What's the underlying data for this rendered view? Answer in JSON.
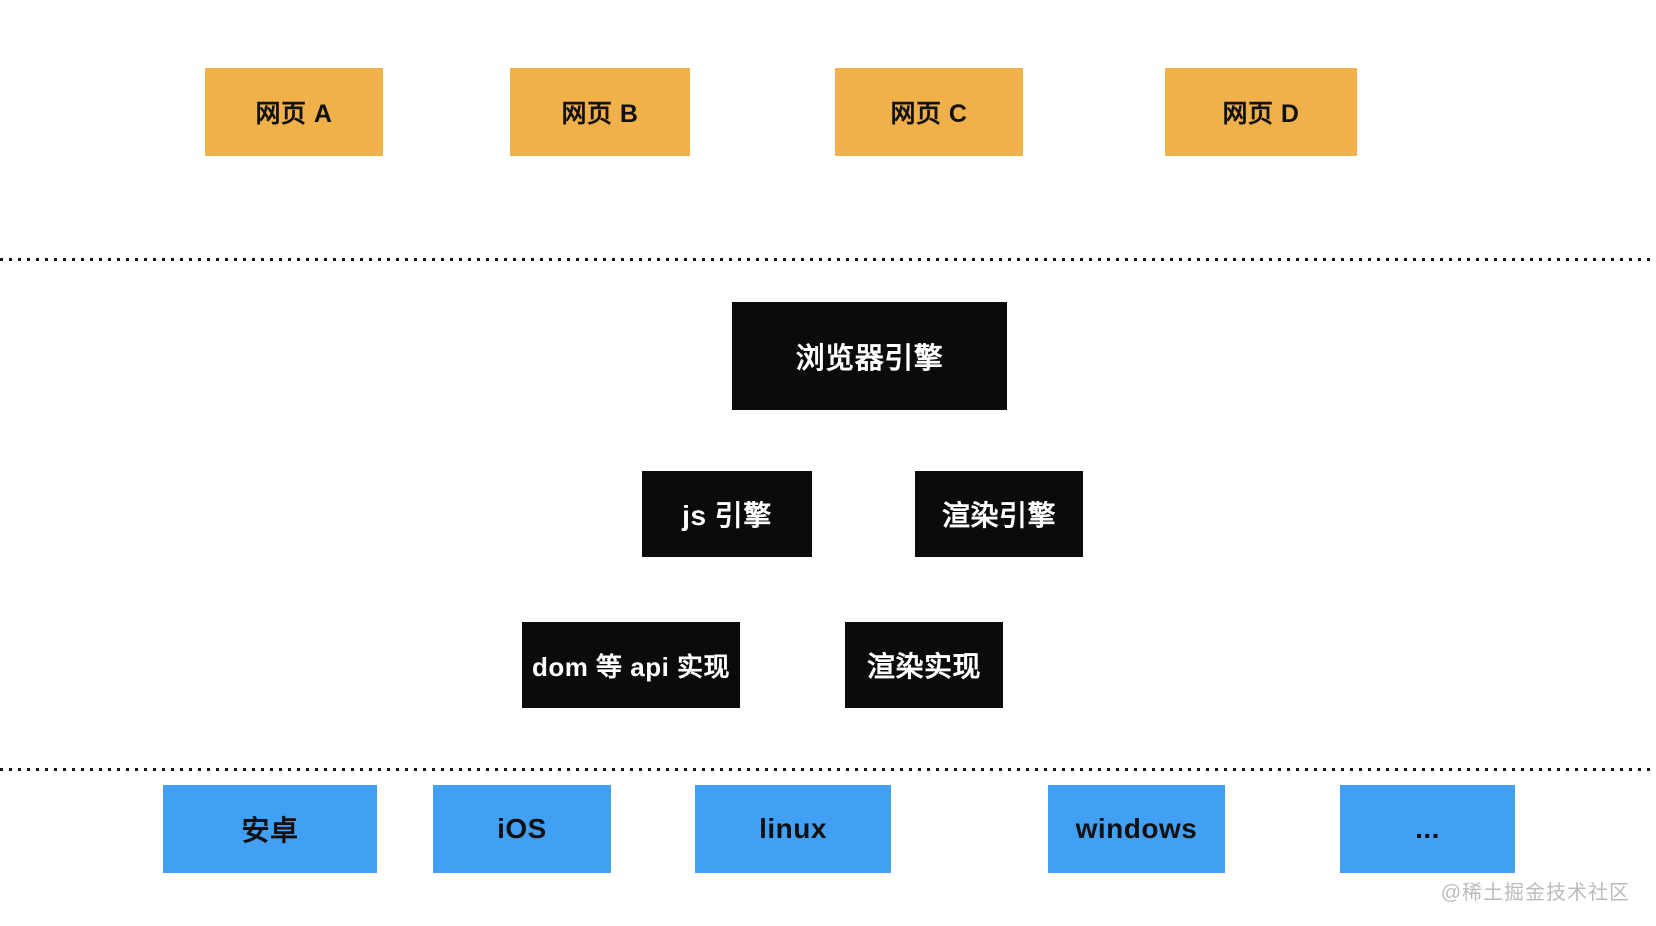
{
  "diagram": {
    "webpages": [
      {
        "label": "网页 A"
      },
      {
        "label": "网页 B"
      },
      {
        "label": "网页 C"
      },
      {
        "label": "网页 D"
      }
    ],
    "browser_engine": {
      "label": "浏览器引擎"
    },
    "engine_components": [
      {
        "label": "js 引擎"
      },
      {
        "label": "渲染引擎"
      }
    ],
    "implementations": [
      {
        "label": "dom 等 api 实现"
      },
      {
        "label": "渲染实现"
      }
    ],
    "platforms": [
      {
        "label": "安卓"
      },
      {
        "label": "iOS"
      },
      {
        "label": "linux"
      },
      {
        "label": "windows"
      },
      {
        "label": "..."
      }
    ],
    "watermark": "@稀土掘金技术社区"
  },
  "colors": {
    "webpage-box": "#F0B04A",
    "engine-box": "#0B0B0B",
    "platform-box": "#41A0F4",
    "box-text-dark": "#111111",
    "engine-text": "#FFFFFF",
    "separator": "#151515",
    "watermark": "#BBBBBB",
    "background": "#FFFFFF"
  }
}
